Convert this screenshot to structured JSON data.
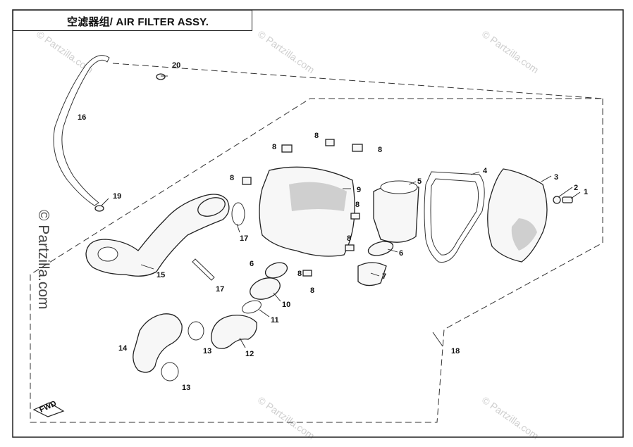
{
  "diagram": {
    "title": "空滤器组/ AIR FILTER ASSY.",
    "watermark_text": "© Partzilla.com",
    "fwd_label": "FWD",
    "callouts": [
      {
        "id": "c1",
        "label": "1"
      },
      {
        "id": "c2",
        "label": "2"
      },
      {
        "id": "c3",
        "label": "3"
      },
      {
        "id": "c4",
        "label": "4"
      },
      {
        "id": "c5",
        "label": "5"
      },
      {
        "id": "c6a",
        "label": "6"
      },
      {
        "id": "c6b",
        "label": "6"
      },
      {
        "id": "c7",
        "label": "7"
      },
      {
        "id": "c8a",
        "label": "8"
      },
      {
        "id": "c8b",
        "label": "8"
      },
      {
        "id": "c8c",
        "label": "8"
      },
      {
        "id": "c8d",
        "label": "8"
      },
      {
        "id": "c8e",
        "label": "8"
      },
      {
        "id": "c8f",
        "label": "8"
      },
      {
        "id": "c8g",
        "label": "8"
      },
      {
        "id": "c8h",
        "label": "8"
      },
      {
        "id": "c9",
        "label": "9"
      },
      {
        "id": "c10",
        "label": "10"
      },
      {
        "id": "c11",
        "label": "11"
      },
      {
        "id": "c12",
        "label": "12"
      },
      {
        "id": "c13a",
        "label": "13"
      },
      {
        "id": "c13b",
        "label": "13"
      },
      {
        "id": "c14",
        "label": "14"
      },
      {
        "id": "c15",
        "label": "15"
      },
      {
        "id": "c16",
        "label": "16"
      },
      {
        "id": "c17a",
        "label": "17"
      },
      {
        "id": "c17b",
        "label": "17"
      },
      {
        "id": "c18",
        "label": "18"
      },
      {
        "id": "c19",
        "label": "19"
      },
      {
        "id": "c20",
        "label": "20"
      }
    ]
  }
}
